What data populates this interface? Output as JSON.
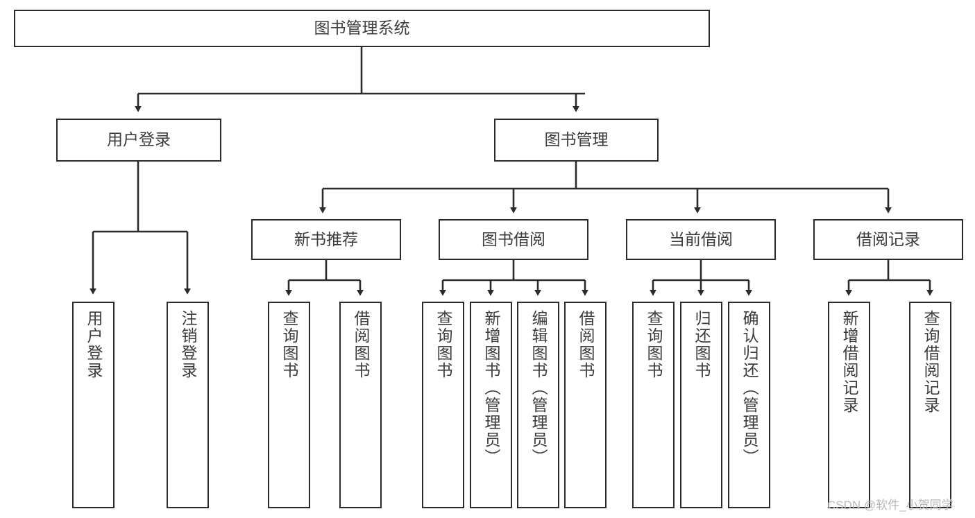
{
  "diagram": {
    "title": "图书管理系统",
    "type": "tree-hierarchy-chart",
    "colors": {
      "box_border": "#2b2b2b",
      "box_fill": "#ffffff",
      "text": "#3c3c3c",
      "edge": "#2b2b2b",
      "watermark": "#b8b8b8"
    },
    "root": {
      "label": "图书管理系统"
    },
    "level2": [
      {
        "label": "用户登录"
      },
      {
        "label": "图书管理"
      }
    ],
    "level3": [
      {
        "label": "新书推荐"
      },
      {
        "label": "图书借阅"
      },
      {
        "label": "当前借阅"
      },
      {
        "label": "借阅记录"
      }
    ],
    "leaves": {
      "user_login": [
        {
          "label": "用户登录"
        },
        {
          "label": "注销登录"
        }
      ],
      "new_book_recommend": [
        {
          "label": "查询图书"
        },
        {
          "label": "借阅图书"
        }
      ],
      "book_borrow": [
        {
          "label": "查询图书"
        },
        {
          "label": "新增图书（管理员）"
        },
        {
          "label": "编辑图书（管理员）"
        },
        {
          "label": "借阅图书"
        }
      ],
      "current_borrow": [
        {
          "label": "查询图书"
        },
        {
          "label": "归还图书"
        },
        {
          "label": "确认归还（管理员）"
        }
      ],
      "borrow_record": [
        {
          "label": "新增借阅记录"
        },
        {
          "label": "查询借阅记录"
        }
      ]
    },
    "watermark": "CSDN @软件_小贺同学"
  }
}
